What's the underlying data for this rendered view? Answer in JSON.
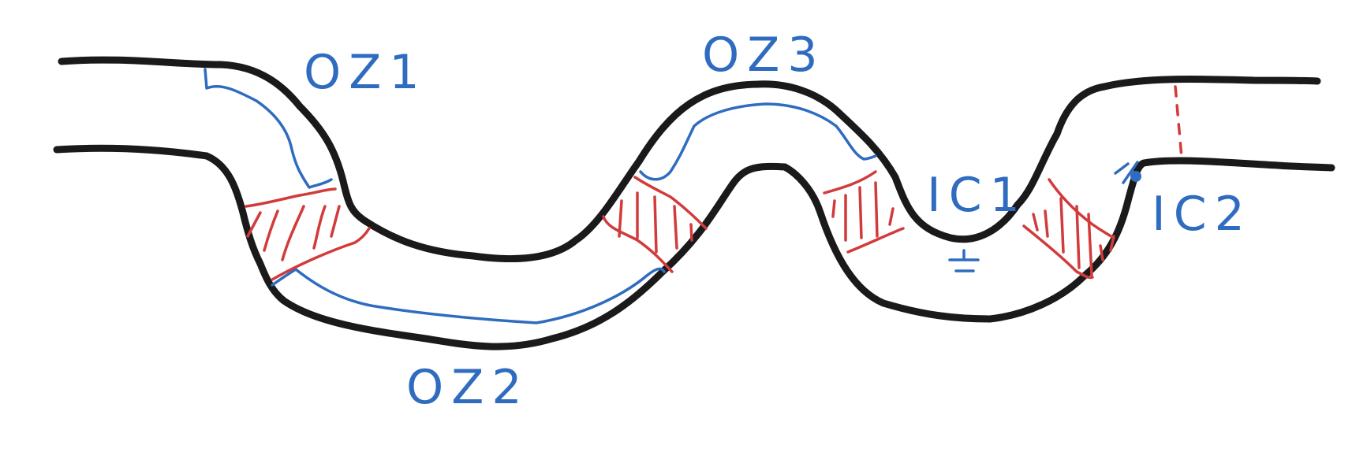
{
  "labels": {
    "oz1": "OZ1",
    "oz2": "OZ2",
    "oz3": "OZ3",
    "ic1": "IC1",
    "ic2": "IC2"
  },
  "colors": {
    "outline": "#1a1a1a",
    "blue": "#2f6cc0",
    "red": "#d23b3b",
    "background": "#ffffff"
  }
}
